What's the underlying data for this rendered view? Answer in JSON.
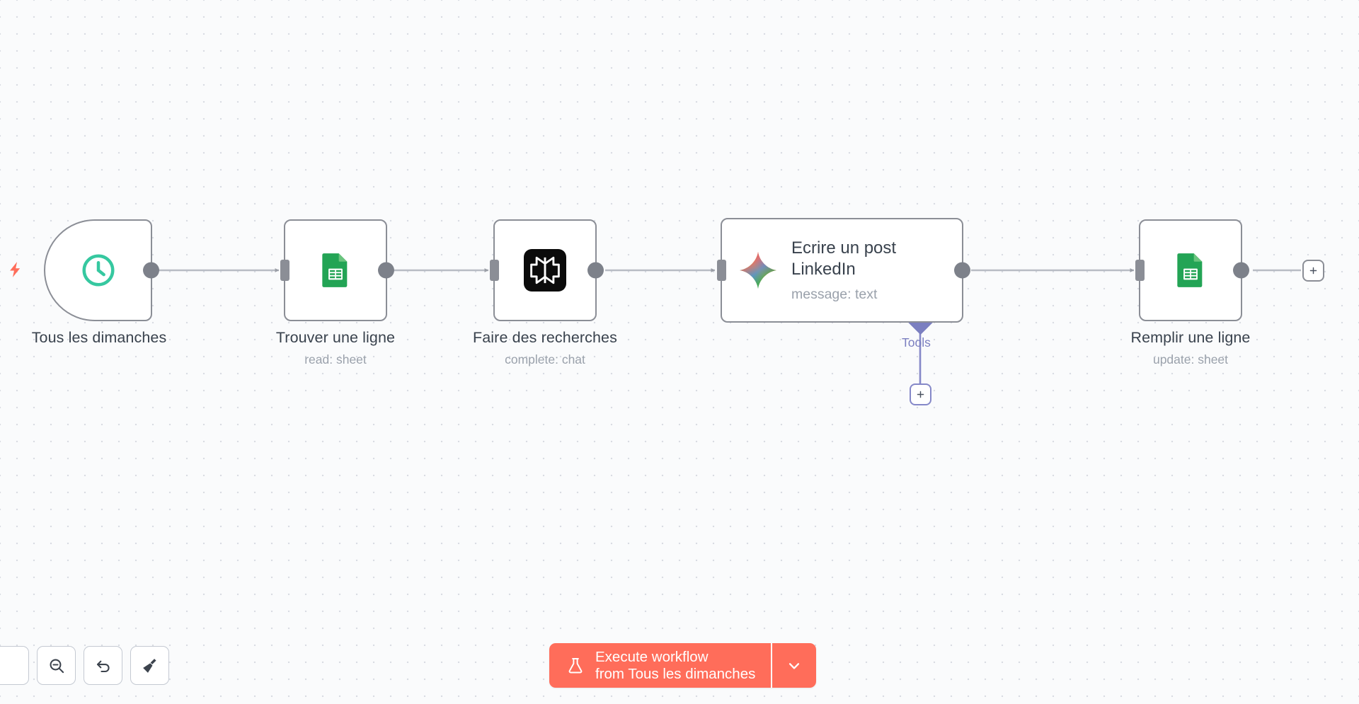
{
  "canvas": {
    "background_color": "#fafbfc",
    "grid_dot_color": "#d9dce3",
    "accent_color": "#ff6d5a",
    "tools_color": "#7b7fc0",
    "node_border_color": "#8b8e96"
  },
  "nodes": [
    {
      "id": "schedule-trigger",
      "title": "Tous les dimanches",
      "subtitle": "",
      "icon": "clock-icon",
      "icon_color": "#36c8a0",
      "type": "trigger"
    },
    {
      "id": "google-sheets-read",
      "title": "Trouver une ligne",
      "subtitle": "read: sheet",
      "icon": "google-sheets-icon",
      "icon_color": "#23a455",
      "type": "action"
    },
    {
      "id": "perplexity-research",
      "title": "Faire des recherches",
      "subtitle": "complete: chat",
      "icon": "perplexity-icon",
      "icon_color": "#0a0a0a",
      "type": "action"
    },
    {
      "id": "gemini-linkedin-post",
      "title": "Ecrire un post LinkedIn",
      "subtitle": "message: text",
      "icon": "gemini-icon",
      "icon_color": "#4285f4",
      "type": "ai-agent",
      "sub_connector": {
        "label": "Tools",
        "add_button": "+"
      }
    },
    {
      "id": "google-sheets-update",
      "title": "Remplir une ligne",
      "subtitle": "update: sheet",
      "icon": "google-sheets-icon",
      "icon_color": "#23a455",
      "type": "action"
    }
  ],
  "add_node_button": {
    "label": "+"
  },
  "toolbar": {
    "buttons": [
      {
        "name": "zoom-out-button",
        "icon": "zoom-out-icon"
      },
      {
        "name": "reset-zoom-button",
        "icon": "undo-arrow-icon"
      },
      {
        "name": "tidy-up-button",
        "icon": "broom-icon"
      }
    ]
  },
  "execute": {
    "line1": "Execute workflow",
    "line2_prefix": "from ",
    "line2_node": "Tous les dimanches",
    "icon": "flask-icon",
    "caret": "chevron-down-icon",
    "color": "#ff6d5a"
  }
}
